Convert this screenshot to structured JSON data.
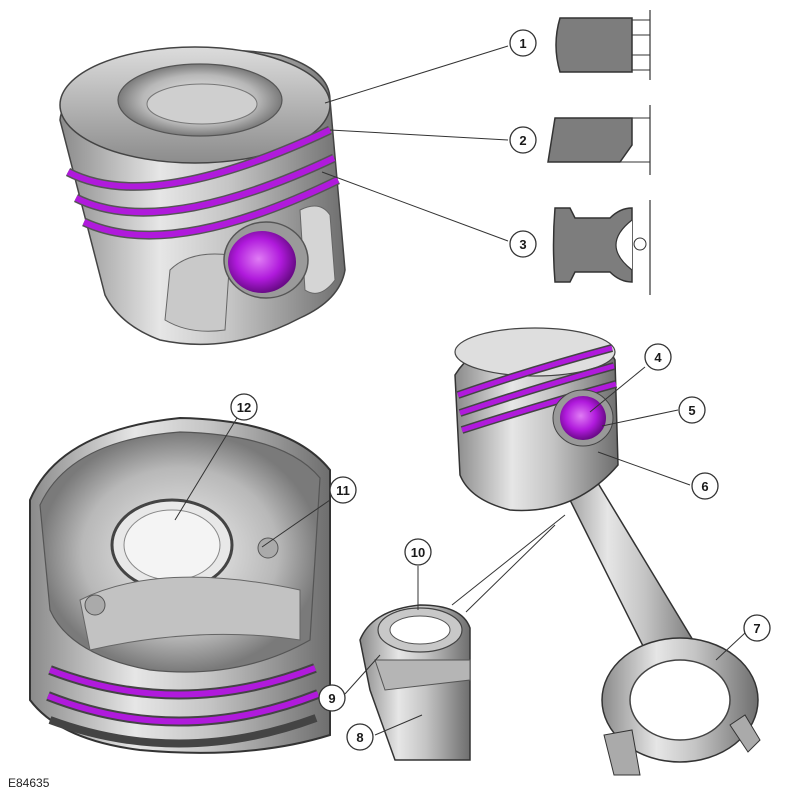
{
  "figure_ref": "E84635",
  "accent_color": "#b01adc",
  "callouts": [
    {
      "id": "callout-1",
      "label": "1"
    },
    {
      "id": "callout-2",
      "label": "2"
    },
    {
      "id": "callout-3",
      "label": "3"
    },
    {
      "id": "callout-4",
      "label": "4"
    },
    {
      "id": "callout-5",
      "label": "5"
    },
    {
      "id": "callout-6",
      "label": "6"
    },
    {
      "id": "callout-7",
      "label": "7"
    },
    {
      "id": "callout-8",
      "label": "8"
    },
    {
      "id": "callout-9",
      "label": "9"
    },
    {
      "id": "callout-10",
      "label": "10"
    },
    {
      "id": "callout-11",
      "label": "11"
    },
    {
      "id": "callout-12",
      "label": "12"
    }
  ]
}
